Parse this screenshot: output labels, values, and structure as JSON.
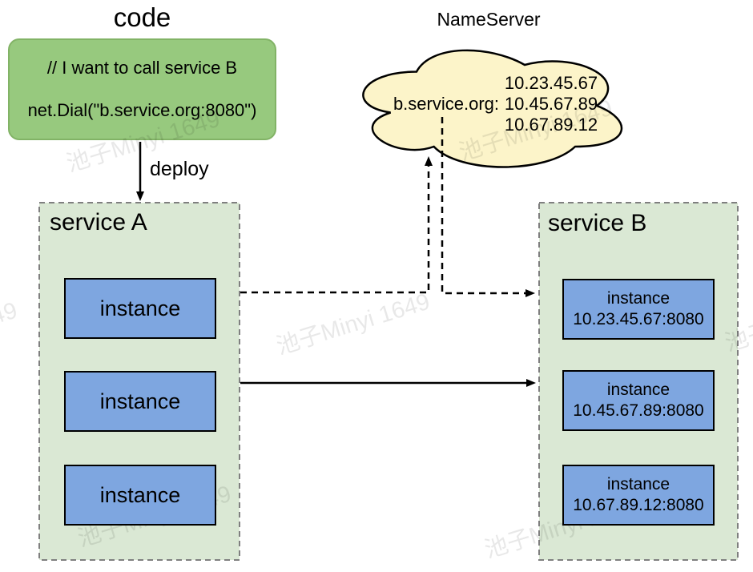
{
  "watermark": "池子Minyi 1649",
  "code_block": {
    "title": "code",
    "comment": "// I want to call service B",
    "call": "net.Dial(\"b.service.org:8080\")"
  },
  "deploy_label": "deploy",
  "nameserver": {
    "title": "NameServer",
    "record_key": "b.service.org:",
    "ips": [
      "10.23.45.67",
      "10.45.67.89",
      "10.67.89.12"
    ]
  },
  "service_a": {
    "title": "service A",
    "instances": [
      {
        "label": "instance"
      },
      {
        "label": "instance"
      },
      {
        "label": "instance"
      }
    ]
  },
  "service_b": {
    "title": "service B",
    "instances": [
      {
        "label": "instance",
        "address": "10.23.45.67:8080"
      },
      {
        "label": "instance",
        "address": "10.45.67.89:8080"
      },
      {
        "label": "instance",
        "address": "10.67.89.12:8080"
      }
    ]
  },
  "colors": {
    "code-box-fill": "#97C97E",
    "code-box-border": "#82B366",
    "container-fill": "#DAE8D4",
    "container-border": "#7F7F7F",
    "instance-fill": "#7EA6E0",
    "instance-border": "#000000",
    "cloud-fill": "#FCF4C9",
    "cloud-border": "#000000",
    "arrow": "#000000",
    "watermark": "#000000"
  }
}
